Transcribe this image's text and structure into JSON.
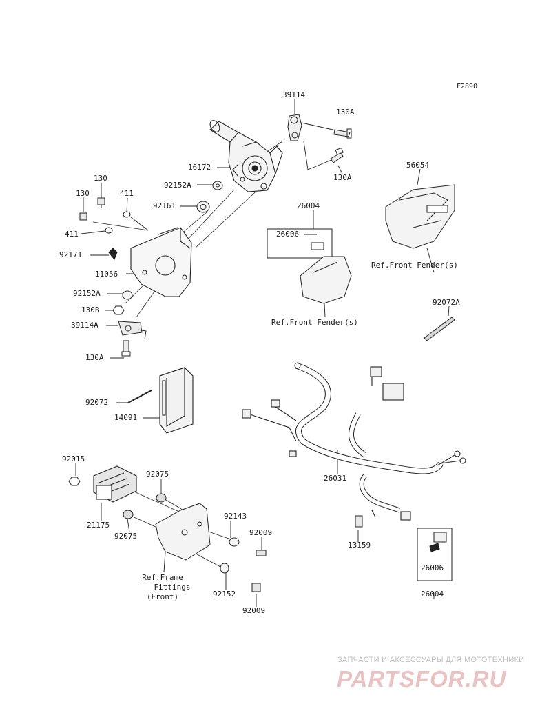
{
  "figure_code": "F2890",
  "callouts": {
    "c39114": "39114",
    "c130A_1": "130A",
    "c130A_2": "130A",
    "c16172": "16172",
    "c92152A_1": "92152A",
    "c92161": "92161",
    "c130_1": "130",
    "c411_1": "411",
    "c130_2": "130",
    "c411_2": "411",
    "c92171": "92171",
    "c11056": "11056",
    "c92152A_2": "92152A",
    "c130B": "130B",
    "c39114A": "39114A",
    "c130A_3": "130A",
    "c56054": "56054",
    "c26004_1": "26004",
    "c26006_1": "26006",
    "c92072A": "92072A",
    "c92072": "92072",
    "c14091": "14091",
    "c26031": "26031",
    "c92015": "92015",
    "c92075_1": "92075",
    "c21175": "21175",
    "c92075_2": "92075",
    "c92143": "92143",
    "c92009_1": "92009",
    "c92152": "92152",
    "c92009_2": "92009",
    "c13159": "13159",
    "c26006_2": "26006",
    "c26004_2": "26004"
  },
  "references": {
    "front_fender_1": "Ref.Front Fender(s)",
    "front_fender_2": "Ref.Front Fender(s)",
    "frame_line1": "Ref.Frame",
    "frame_line2": "Fittings",
    "frame_line3": "(Front)"
  },
  "watermark": {
    "tagline": "ЗАПЧАСТИ И АКСЕССУАРЫ ДЛЯ МОТОТЕХНИКИ",
    "logo": "PARTSFOR.RU",
    "color": "#e9c3c3"
  }
}
